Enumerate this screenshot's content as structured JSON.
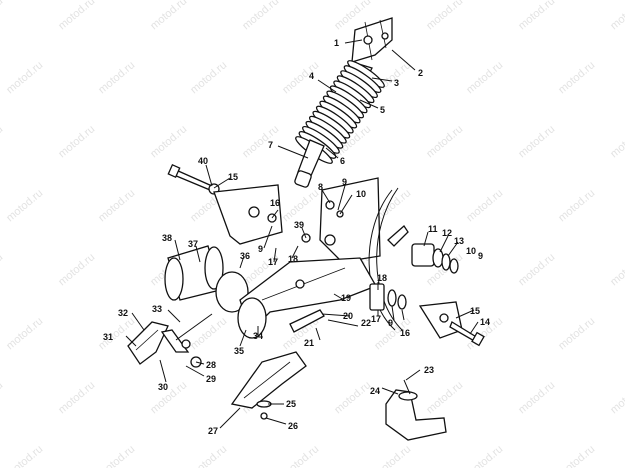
{
  "watermark": "motod.ru",
  "callouts": [
    "1",
    "2",
    "3",
    "4",
    "5",
    "6",
    "7",
    "8",
    "9",
    "10",
    "40",
    "15",
    "16",
    "9",
    "39",
    "38",
    "37",
    "36",
    "17",
    "18",
    "11",
    "12",
    "13",
    "10",
    "9",
    "19",
    "20",
    "22",
    "21",
    "17",
    "16",
    "9",
    "18",
    "15",
    "14",
    "33",
    "32",
    "31",
    "35",
    "34",
    "28",
    "29",
    "30",
    "23",
    "24",
    "25",
    "26",
    "27"
  ]
}
